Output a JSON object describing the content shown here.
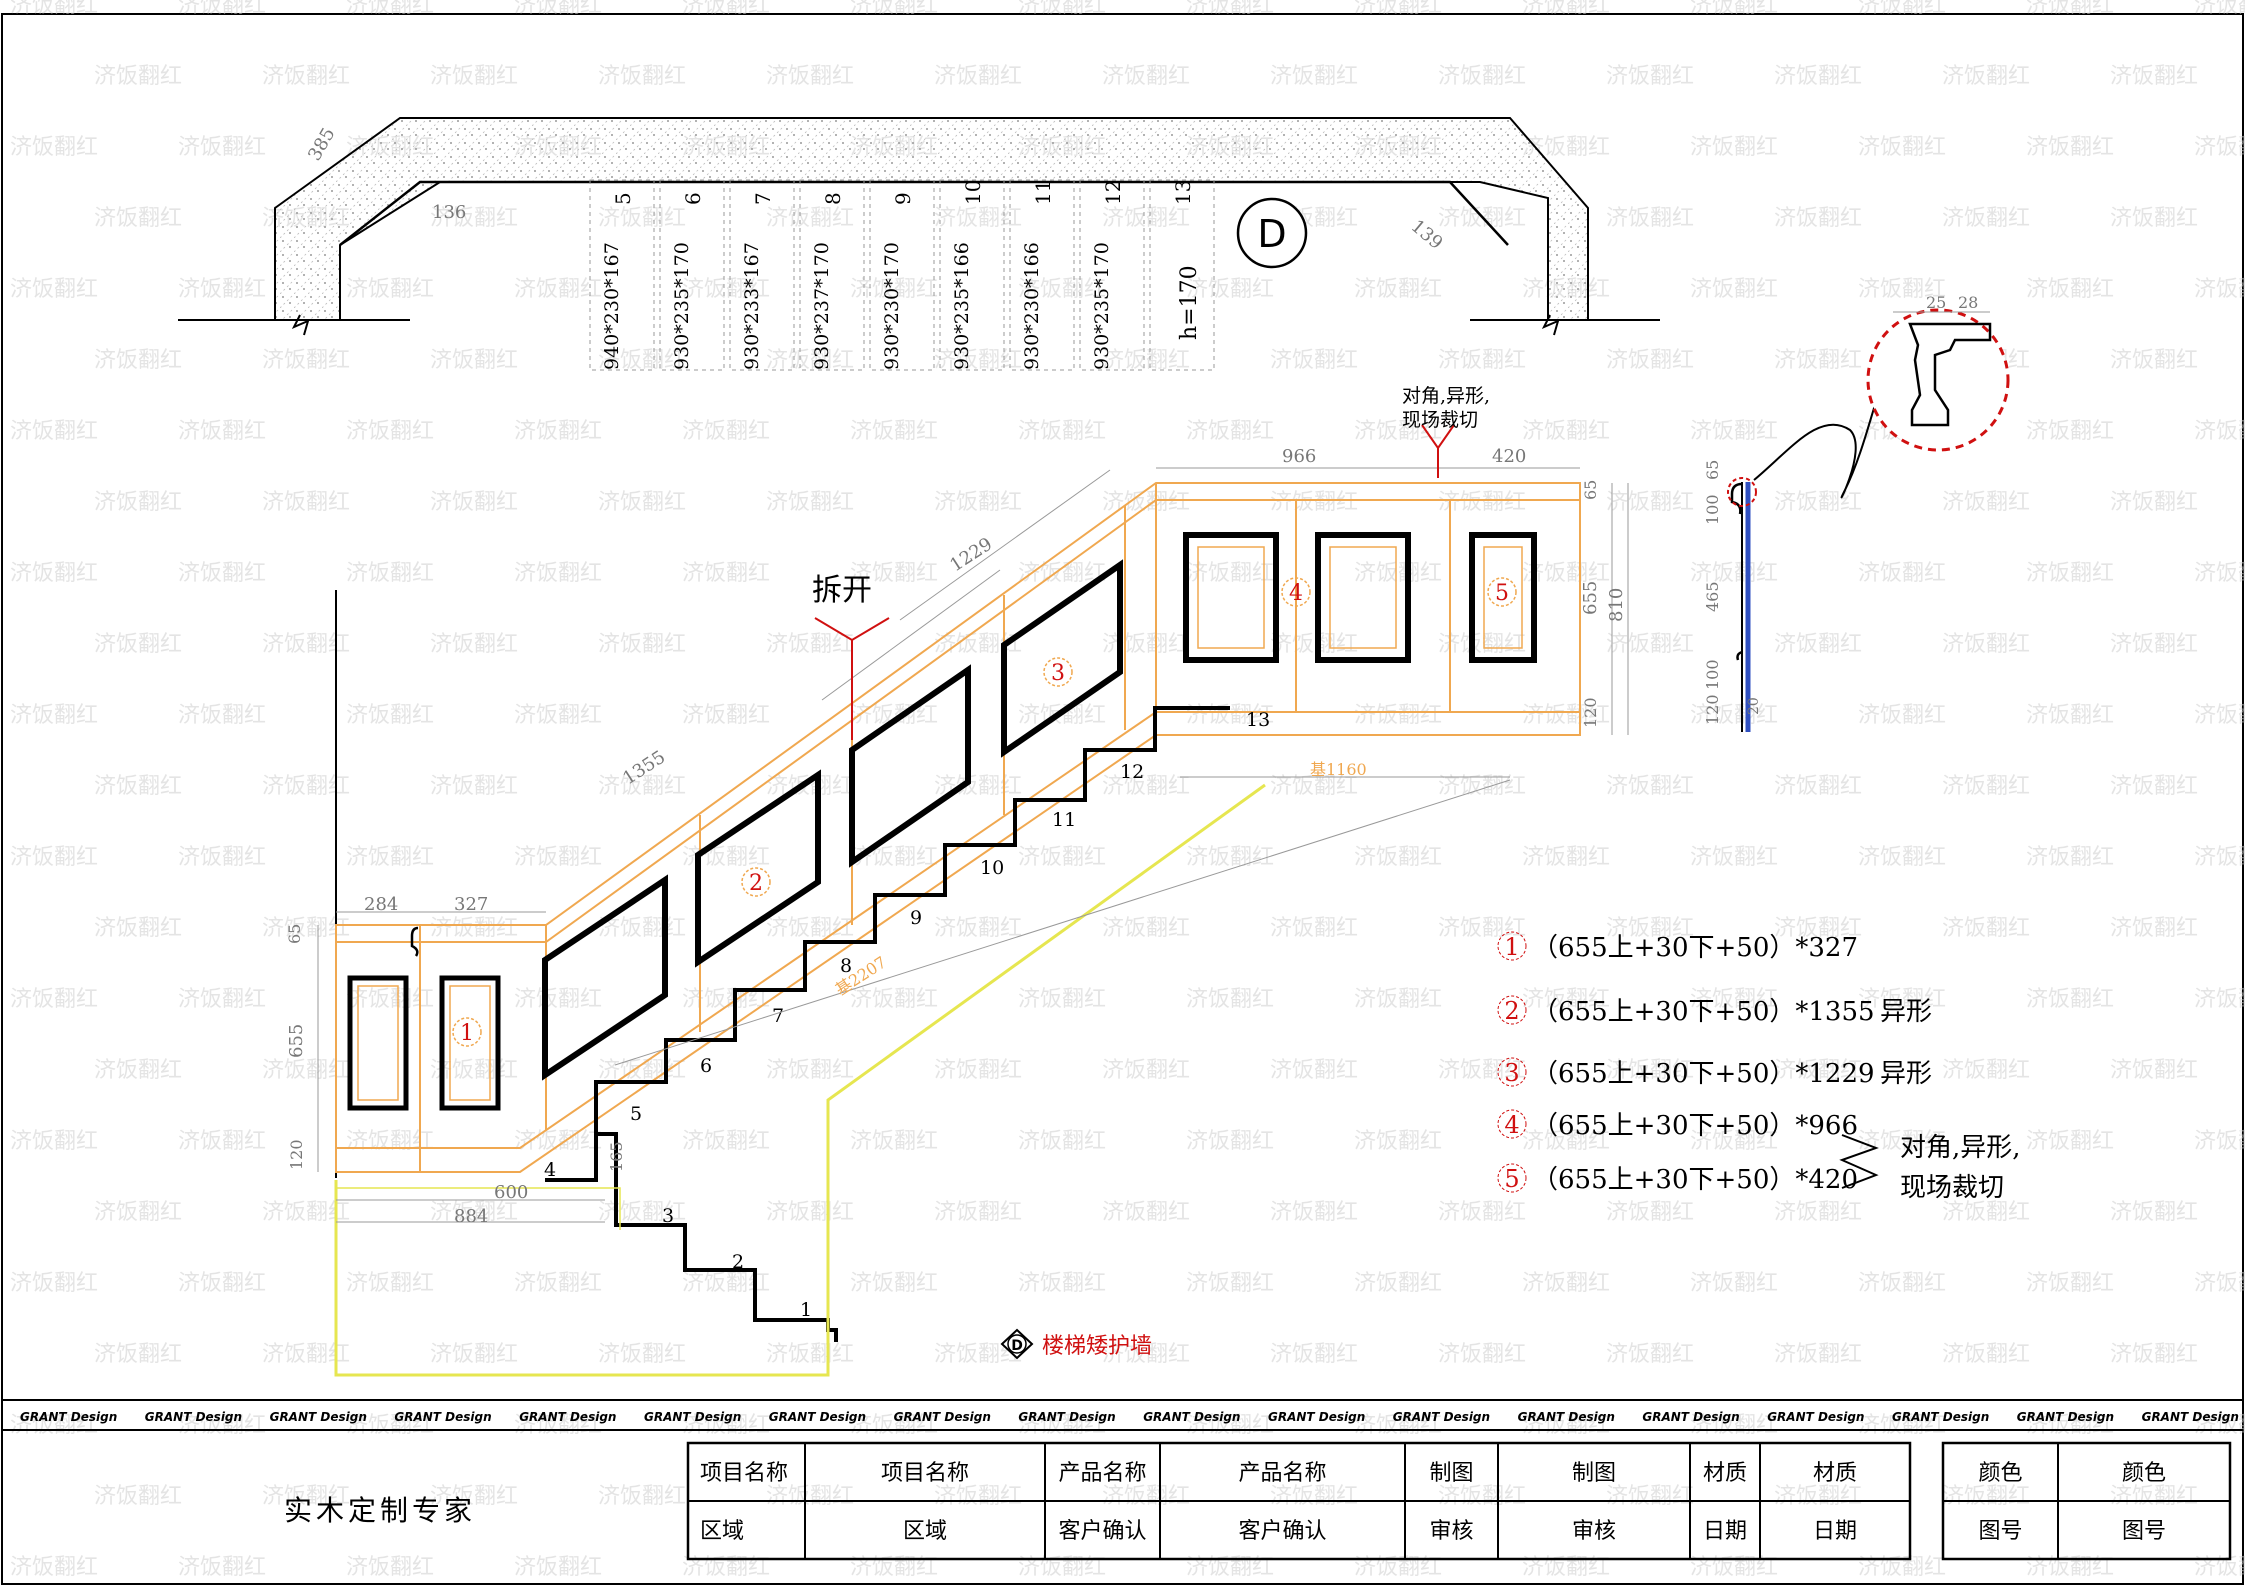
{
  "plan": {
    "marker": "D",
    "dims_left": [
      "385",
      "136"
    ],
    "dim_right": "139",
    "height_note": "h=170",
    "panel_indexes": [
      "5",
      "6",
      "7",
      "8",
      "9",
      "10",
      "11",
      "12",
      "13"
    ],
    "panel_sizes": [
      "940*230*167",
      "930*235*170",
      "930*233*167",
      "930*237*170",
      "930*230*170",
      "930*235*166",
      "930*230*166",
      "930*235*170"
    ]
  },
  "elevation": {
    "callout_split": "拆开",
    "callout_corner": [
      "对角,异形,",
      "现场裁切"
    ],
    "panel_numbers": [
      "1",
      "2",
      "3",
      "4",
      "5"
    ],
    "step_numbers": [
      "1",
      "2",
      "3",
      "4",
      "5",
      "6",
      "7",
      "8",
      "9",
      "10",
      "11",
      "12",
      "13"
    ],
    "dims": {
      "top_left": "284",
      "top_mid": "327",
      "height_65": "65",
      "height_655": "655",
      "height_120": "120",
      "diag_1355": "1355",
      "diag_1229": "1229",
      "top_966": "966",
      "top_420": "420",
      "right_65": "65",
      "right_655": "655",
      "right_810": "810",
      "right_120": "120",
      "base_1160": "基1160",
      "base_2207": "基2207",
      "b600": "600",
      "b884": "884",
      "h165": "165"
    },
    "caption": "楼梯矮护墙",
    "caption_marker": "D"
  },
  "section": {
    "dims": [
      "65",
      "100",
      "465",
      "120",
      "100",
      "20",
      "25",
      "28"
    ]
  },
  "legend": [
    {
      "no": "1",
      "text": "（655上+30下+50）*327",
      "note": ""
    },
    {
      "no": "2",
      "text": "（655上+30下+50）*1355",
      "note": "异形"
    },
    {
      "no": "3",
      "text": "（655上+30下+50）*1229",
      "note": "异形"
    },
    {
      "no": "4",
      "text": "（655上+30下+50）*966",
      "note": ""
    },
    {
      "no": "5",
      "text": "（655上+30下+50）*420",
      "note": ""
    }
  ],
  "legend_group_note": [
    "对角,异形,",
    "现场裁切"
  ],
  "title_block": {
    "brand_strip": "GRANT Design",
    "company": "实木定制专家",
    "row1": [
      "项目名称",
      "项目名称",
      "产品名称",
      "产品名称",
      "制图",
      "制图",
      "材质",
      "材质"
    ],
    "row2": [
      "区域",
      "区域",
      "客户确认",
      "客户确认",
      "审核",
      "审核",
      "日期",
      "日期"
    ],
    "right_row1": [
      "颜色",
      "颜色"
    ],
    "right_row2": [
      "图号",
      "图号"
    ]
  },
  "watermark": "济饭翻红",
  "colors": {
    "panel": "#f0a850",
    "yellow": "#e6e650",
    "red": "#d01010",
    "blue": "#3050c0"
  }
}
